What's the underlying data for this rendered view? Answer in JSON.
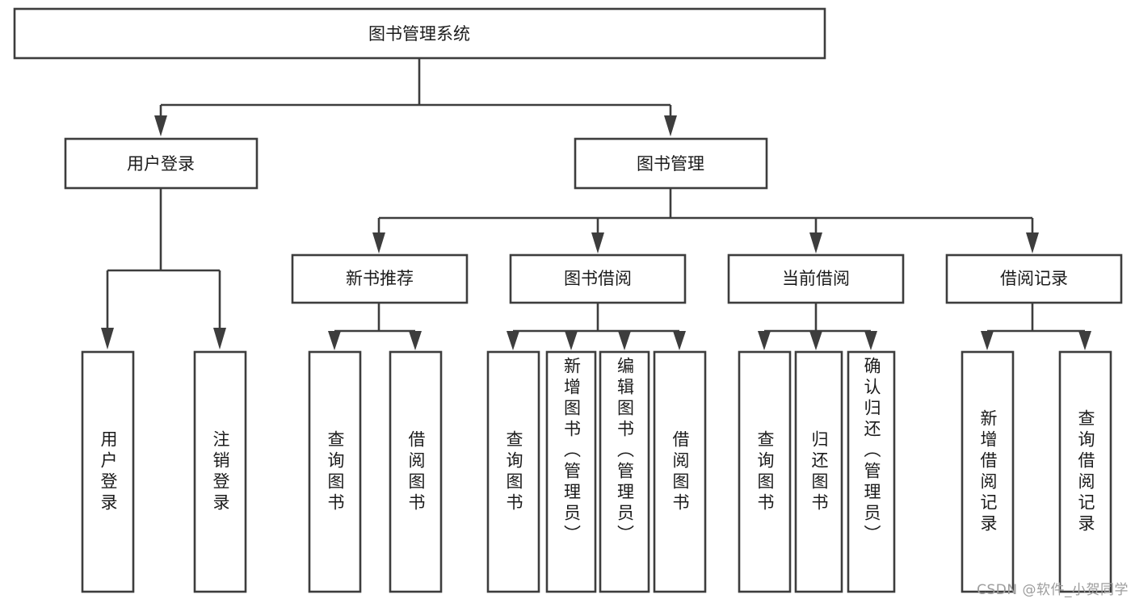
{
  "diagram": {
    "type": "tree",
    "orientation": "top-down",
    "root": {
      "id": "root",
      "label": "图书管理系统"
    },
    "level1": [
      {
        "id": "user-login",
        "label": "用户登录"
      },
      {
        "id": "book-management",
        "label": "图书管理"
      }
    ],
    "level2": [
      {
        "id": "new-book-recommend",
        "label": "新书推荐",
        "parent": "book-management"
      },
      {
        "id": "book-borrow",
        "label": "图书借阅",
        "parent": "book-management"
      },
      {
        "id": "current-borrow",
        "label": "当前借阅",
        "parent": "book-management"
      },
      {
        "id": "borrow-record",
        "label": "借阅记录",
        "parent": "book-management"
      }
    ],
    "leaves": [
      {
        "id": "leaf-user-login",
        "label": "用户登录",
        "parent": "user-login"
      },
      {
        "id": "leaf-user-logout",
        "label": "注销登录",
        "parent": "user-login"
      },
      {
        "id": "leaf-query-book-1",
        "label": "查询图书",
        "parent": "new-book-recommend"
      },
      {
        "id": "leaf-borrow-book-1",
        "label": "借阅图书",
        "parent": "new-book-recommend"
      },
      {
        "id": "leaf-query-book-2",
        "label": "查询图书",
        "parent": "book-borrow"
      },
      {
        "id": "leaf-add-book",
        "label": "新增图书（管理员）",
        "parent": "book-borrow"
      },
      {
        "id": "leaf-edit-book",
        "label": "编辑图书（管理员）",
        "parent": "book-borrow"
      },
      {
        "id": "leaf-borrow-book-2",
        "label": "借阅图书",
        "parent": "book-borrow"
      },
      {
        "id": "leaf-query-book-3",
        "label": "查询图书",
        "parent": "current-borrow"
      },
      {
        "id": "leaf-return-book",
        "label": "归还图书",
        "parent": "current-borrow"
      },
      {
        "id": "leaf-confirm-return",
        "label": "确认归还（管理员）",
        "parent": "current-borrow"
      },
      {
        "id": "leaf-add-record",
        "label": "新增借阅记录",
        "parent": "borrow-record"
      },
      {
        "id": "leaf-query-record",
        "label": "查询借阅记录",
        "parent": "borrow-record"
      }
    ],
    "colors": {
      "stroke": "#3d3d3d",
      "fill": "#ffffff",
      "text": "#1b1b1b",
      "watermark": "#9d9d9d"
    }
  },
  "watermark": {
    "text": "CSDN @软件_小贺同学"
  }
}
